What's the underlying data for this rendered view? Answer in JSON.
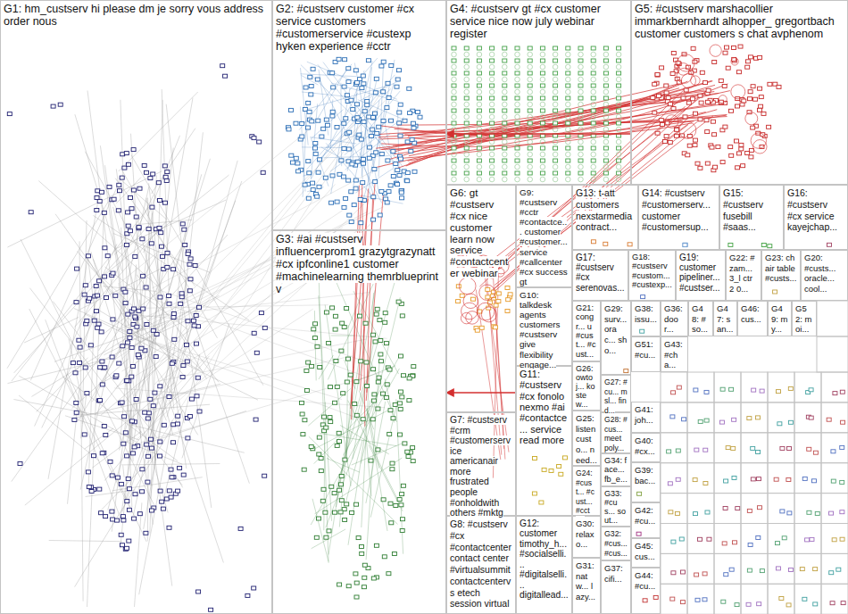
{
  "diagram": {
    "nodes": [
      {
        "text": [
          "G1: hm_custserv hi please dm je sorry vous address order nous"
        ]
      },
      {
        "text": [
          "G2: #custserv customer #cx service customers #customerservice #custexp hyken experience #cctr"
        ]
      },
      {
        "text": [
          "G3: #ai #custserv influencerprom1 grazytgrazynatt #cx ipfconline1 customer #machinelearning themrblueprint v"
        ]
      },
      {
        "text": [
          "G4: #custserv gt #cx customer service nice now july webinar register"
        ]
      },
      {
        "text": [
          "G5: #custserv marshacollier immarkbernhardt alhopper_ gregortbach customer customers s chat avphenom"
        ]
      },
      {
        "text": [
          "G6: gt #custserv #cx nice customer learn now service #contactcenter webinar"
        ]
      },
      {
        "text": [
          "G7: #custserv #crm #customerservice americanair more frustrated people #onholdwith others #mktg"
        ]
      },
      {
        "text": [
          "G8: #custserv #cx #contactcenter contact center #virtualsummit contactcentervs etech session virtual"
        ]
      },
      {
        "text": [
          "G9: #custserv #cctr #contactce... customer #customer... service #callcenter #cx success gt"
        ]
      },
      {
        "text": [
          "G10: talkdesk agents customers #custserv give flexibility engage..."
        ]
      },
      {
        "text": [
          "G11: #custserv #cx fonolo nexmo #ai #contactce... service read more"
        ]
      },
      {
        "text": [
          "G12: customer timothy_h... #socialselli... #digitalselli... digitallead..."
        ]
      },
      {
        "text": [
          "G13: t-att customers nexstarmedia contract..."
        ]
      },
      {
        "text": [
          "G14: #custserv #customerserv... customer #customersup..."
        ]
      },
      {
        "text": [
          "G15: #custserv fusebill #saas..."
        ]
      },
      {
        "text": [
          "G16: #custserv #cx service kayejchap..."
        ]
      },
      {
        "text": [
          "G17: #custserv #cx serenovas..."
        ]
      },
      {
        "text": [
          "G18: #custserv #custom... #custexp..."
        ]
      },
      {
        "text": [
          "G19: customer pipeliner... #custser..."
        ]
      },
      {
        "text": [
          "G22: #zam... 3_l ctr 2 0..."
        ]
      },
      {
        "text": [
          "G23: chair table #custs..."
        ]
      },
      {
        "text": [
          "G20: #custs... oracle... cool..."
        ]
      },
      {
        "text": [
          "G21: congr... u #cust... #cust..."
        ]
      },
      {
        "text": [
          "G29: surv... orac... sho..."
        ]
      },
      {
        "text": [
          "G38: issu..."
        ]
      },
      {
        "text": [
          "G36: door..."
        ]
      },
      {
        "text": [
          "G48: #so..."
        ]
      },
      {
        "text": [
          "G47: san..."
        ]
      },
      {
        "text": [
          "G46: cus..."
        ]
      },
      {
        "text": [
          "G49: my..."
        ]
      },
      {
        "text": [
          "G52: moi..."
        ]
      },
      {
        "text": [
          "G51: #cu..."
        ]
      },
      {
        "text": [
          "G43: #cha..."
        ]
      },
      {
        "text": [
          "G26: owtoj... ko stew..."
        ]
      },
      {
        "text": [
          "G27: #cu... msl... find..."
        ]
      },
      {
        "text": [
          "G25: listen custo... need..."
        ]
      },
      {
        "text": [
          "G28: #cus... meet poly..."
        ]
      },
      {
        "text": [
          "G41: joh..."
        ]
      },
      {
        "text": [
          "G40: #cx..."
        ]
      },
      {
        "text": [
          "G39: bac..."
        ]
      },
      {
        "text": [
          "G24: #cust... #cust... #cctr..."
        ]
      },
      {
        "text": [
          "G34: face... fb_e..."
        ]
      },
      {
        "text": [
          "G33: #cus... sout..."
        ]
      },
      {
        "text": [
          "G42: #cu..."
        ]
      },
      {
        "text": [
          "G30: relaxo..."
        ]
      },
      {
        "text": [
          "G32: #cus... #cus..."
        ]
      },
      {
        "text": [
          "G45: cus..."
        ]
      },
      {
        "text": [
          "G31: natw... lazy..."
        ]
      },
      {
        "text": [
          "G37: cifi..."
        ]
      },
      {
        "text": [
          "G44: #cu..."
        ]
      }
    ],
    "edges": [
      {
        "from": 4,
        "to": 1,
        "arrow": "to"
      },
      {
        "from": 10,
        "to": 2,
        "arrow": "to"
      }
    ]
  }
}
